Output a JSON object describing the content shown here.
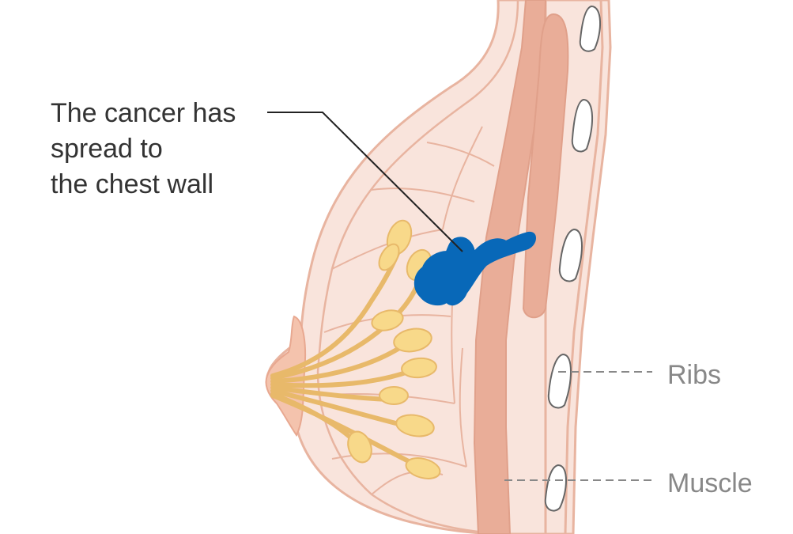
{
  "labels": {
    "cancer_line1": "The cancer has",
    "cancer_line2": "spread to",
    "cancer_line3": "the chest wall",
    "ribs": "Ribs",
    "muscle": "Muscle"
  },
  "colors": {
    "skin_outline": "#e8b4a0",
    "tissue_fill": "#f9e4dc",
    "breast_fill": "#f6d9cd",
    "muscle_fill": "#e9ad98",
    "lobule_fill": "#f8d98a",
    "lobule_outline": "#e8b96a",
    "tumour_fill": "#0868b8",
    "rib_fill": "#ffffff",
    "rib_outline": "#666666",
    "leader_line": "#222222",
    "label_dark": "#333333",
    "label_grey": "#888888"
  }
}
